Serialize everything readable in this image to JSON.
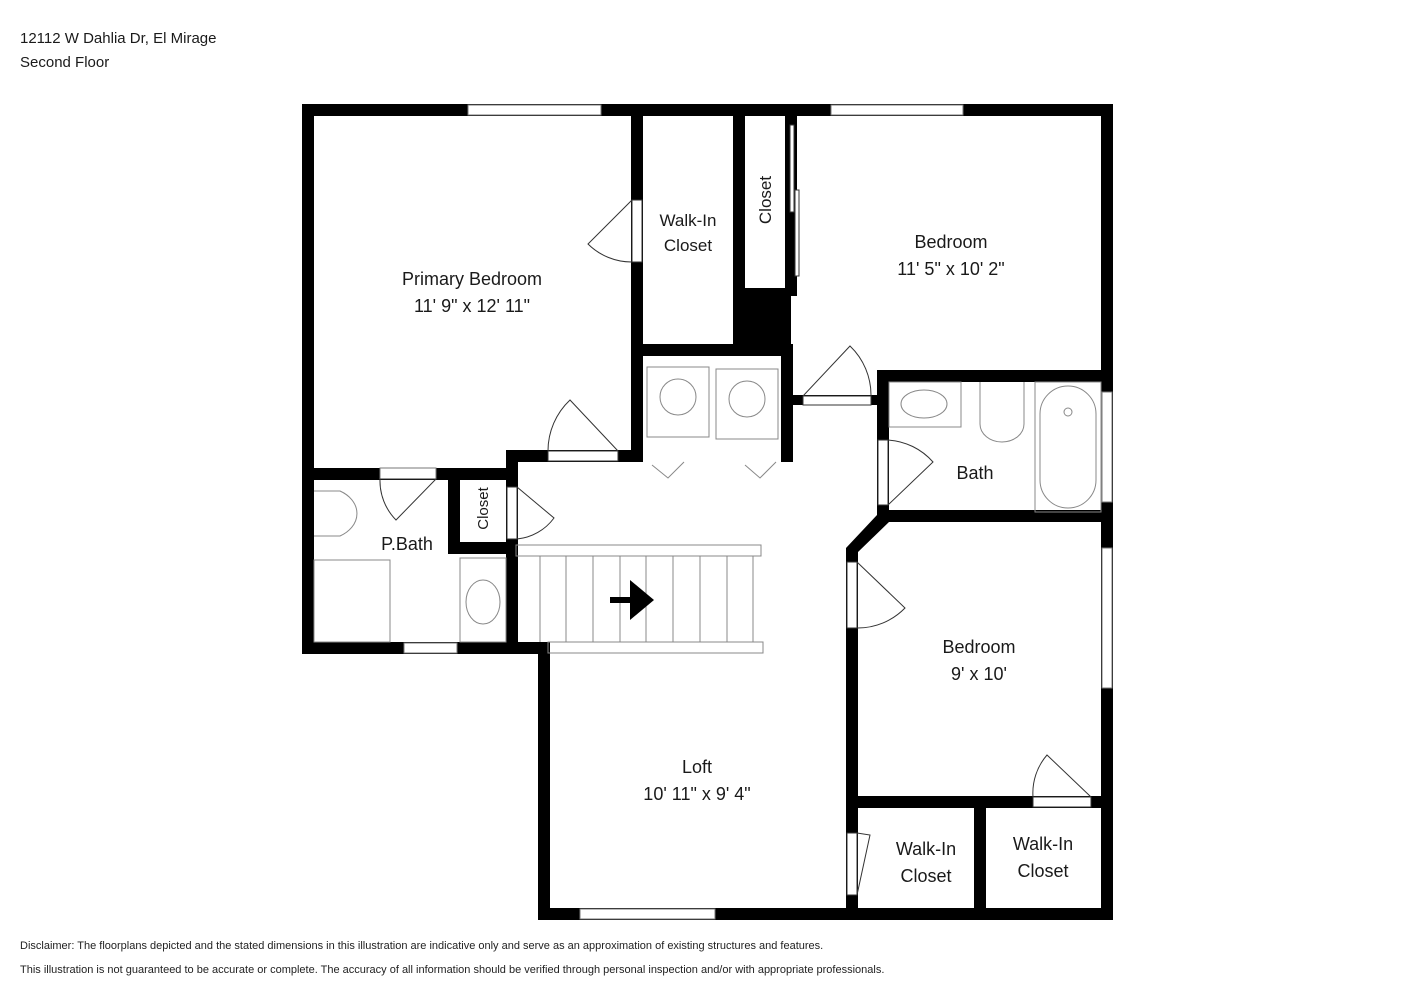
{
  "header": {
    "address": "12112 W Dahlia Dr, El Mirage",
    "floor": "Second Floor"
  },
  "rooms": {
    "primary_bedroom": {
      "name": "Primary Bedroom",
      "dims": "11' 9\" x 12' 11\""
    },
    "walk_in_closet_primary": {
      "line1": "Walk-In",
      "line2": "Closet"
    },
    "closet_top": {
      "name": "Closet"
    },
    "bedroom_1": {
      "name": "Bedroom",
      "dims": "11' 5\" x 10' 2\""
    },
    "bath": {
      "name": "Bath"
    },
    "p_bath": {
      "name": "P.Bath"
    },
    "closet_small": {
      "name": "Closet"
    },
    "bedroom_2": {
      "name": "Bedroom",
      "dims": "9' x 10'"
    },
    "loft": {
      "name": "Loft",
      "dims": "10' 11\" x 9' 4\""
    },
    "walk_in_closet_a": {
      "line1": "Walk-In",
      "line2": "Closet"
    },
    "walk_in_closet_b": {
      "line1": "Walk-In",
      "line2": "Closet"
    }
  },
  "colors": {
    "wall": "#000000",
    "fixture": "#888888"
  },
  "disclaimer": {
    "line1": "Disclaimer: The floorplans depicted and the stated dimensions in this illustration are indicative only and serve as an approximation of existing structures and features.",
    "line2": "This illustration is not guaranteed to be accurate or complete. The accuracy of all information should be verified through personal inspection and/or with appropriate professionals."
  }
}
